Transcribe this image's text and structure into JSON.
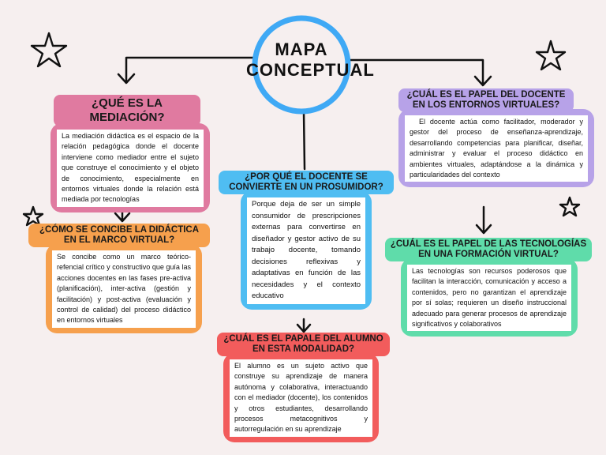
{
  "title": "MAPA CONCEPTUAL",
  "colors": {
    "background": "#f6efef",
    "center_circle": "#3fa9f5",
    "mediacion": "#e07aa0",
    "didactica": "#f6a04d",
    "prosumidor": "#4fbdf2",
    "alumno": "#f25c5c",
    "docente": "#b7a2e8",
    "tecnologias": "#5fdcaa"
  },
  "nodes": {
    "mediacion": {
      "question": "¿QUÉ ES LA MEDIACIÓN?",
      "answer": "La mediación didáctica es el espacio de la relación pedagógica donde el docente interviene como mediador entre el sujeto que construye el conocimiento y el objeto de conocimiento, especialmente en entornos virtuales donde la relación está mediada por tecnologías"
    },
    "didactica": {
      "question": "¿CÓMO SE CONCIBE LA DIDÁCTICA EN EL MARCO VIRTUAL?",
      "answer": "Se concibe como un marco teórico-refencial crítico y constructivo que guía las acciones docentes en las fases pre-activa (planificación), inter-activa (gestión y facilitación) y post-activa (evaluación y control de calidad) del proceso didáctico en entornos virtuales"
    },
    "prosumidor": {
      "question": "¿POR QUÉ EL DOCENTE SE CONVIERTE EN UN PROSUMIDOR?",
      "answer": "Porque deja de ser un simple consumidor de prescripciones externas para convertirse en diseñador y gestor activo de su trabajo docente, tomando decisiones reflexivas y adaptativas en función de las necesidades y el contexto educativo"
    },
    "alumno": {
      "question": "¿CUÁL ES EL PAPALE DEL ALUMNO EN ESTA MODALIDAD?",
      "answer": "El alumno es un sujeto activo que construye su aprendizaje de manera autónoma y colaborativa, interactuando con el mediador (docente), los contenidos y otros estudiantes, desarrollando procesos metacognitivos y autorregulación en su aprendizaje"
    },
    "docente": {
      "question": "¿CUÁL ES EL PAPEL DEL DOCENTE EN LOS ENTORNOS VIRTUALES?",
      "answer": "El docente actúa como facilitador, moderador y gestor del proceso de enseñanza-aprendizaje, desarrollando competencias para planificar, diseñar, administrar y evaluar el proceso didáctico en ambientes virtuales, adaptándose a la dinámica y particularidades del contexto"
    },
    "tecnologias": {
      "question": "¿CUÁL ES EL PAPEL DE LAS TECNOLOGÍAS EN UNA FORMACIÓN VIRTUAL?",
      "answer": "Las tecnologías son recursos poderosos que facilitan la interacción, comunicación y acceso a contenidos, pero no garantizan el aprendizaje por sí solas; requieren un diseño instruccional adecuado para generar procesos de aprendizaje significativos y colaborativos"
    }
  }
}
